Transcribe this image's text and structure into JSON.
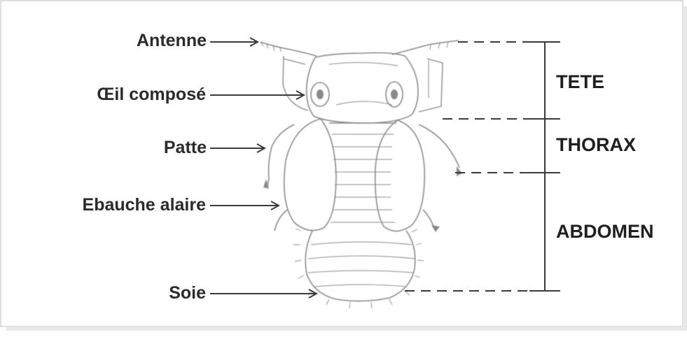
{
  "left_labels": {
    "antenne": "Antenne",
    "oeil": "Œil composé",
    "patte": "Patte",
    "ebauche": "Ebauche alaire",
    "soie": "Soie"
  },
  "right_labels": {
    "tete": "TETE",
    "thorax": "THORAX",
    "abdomen": "ABDOMEN"
  },
  "colors": {
    "text": "#2b2b2b",
    "lines": "#3a3a3a",
    "sketch": "#8a8a8a"
  }
}
